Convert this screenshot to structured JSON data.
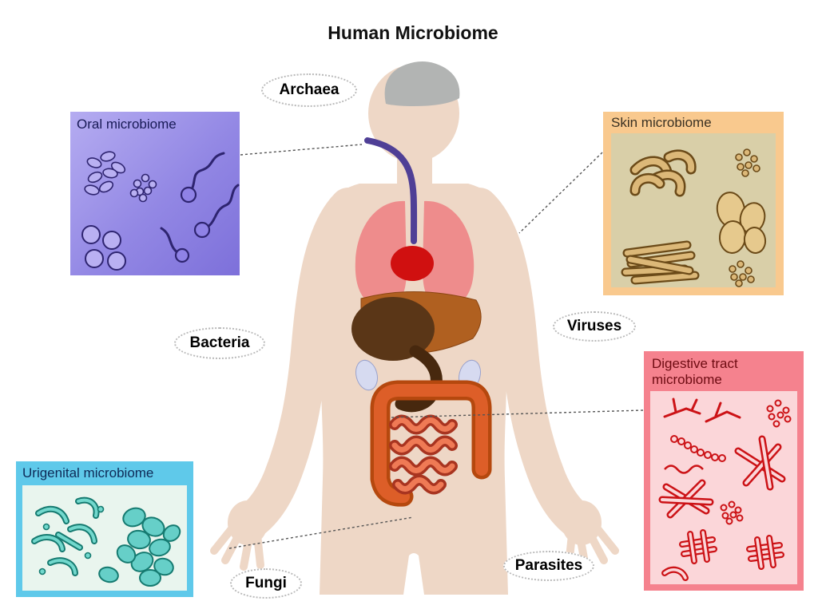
{
  "title": "Human Microbiome",
  "ovals": {
    "archaea": "Archaea",
    "bacteria": "Bacteria",
    "viruses": "Viruses",
    "fungi": "Fungi",
    "parasites": "Parasites"
  },
  "panels": {
    "oral": {
      "title": "Oral microbiome"
    },
    "skin": {
      "title": "Skin microbiome"
    },
    "urigenital": {
      "title": "Urigenital microbiome"
    },
    "digestive": {
      "title": "Digestive tract microbiome"
    }
  },
  "colors": {
    "body_skin": "#eed7c6",
    "brain": "#b2b4b3",
    "lungs": "#ee8c8c",
    "heart": "#d01010",
    "liver": "#b06020",
    "stomach": "#5a3617",
    "esophagus": "#4f3f96",
    "intestine_outline": "#b5480e",
    "intestine_fill": "#dd5e28",
    "oral_panel": "#9287e4",
    "oral_microbe": "#2e2470",
    "skin_panel_border": "#f9c98e",
    "skin_panel_fill": "#d9cfa8",
    "skin_microbe": "#6b4a18",
    "urigenital_panel_border": "#5fc9ea",
    "urigenital_panel_fill": "#e9f5ee",
    "urigenital_microbe": "#157a70",
    "digestive_panel_border": "#f5828e",
    "digestive_panel_fill": "#fbd6d9",
    "digestive_microbe": "#cc1216"
  }
}
